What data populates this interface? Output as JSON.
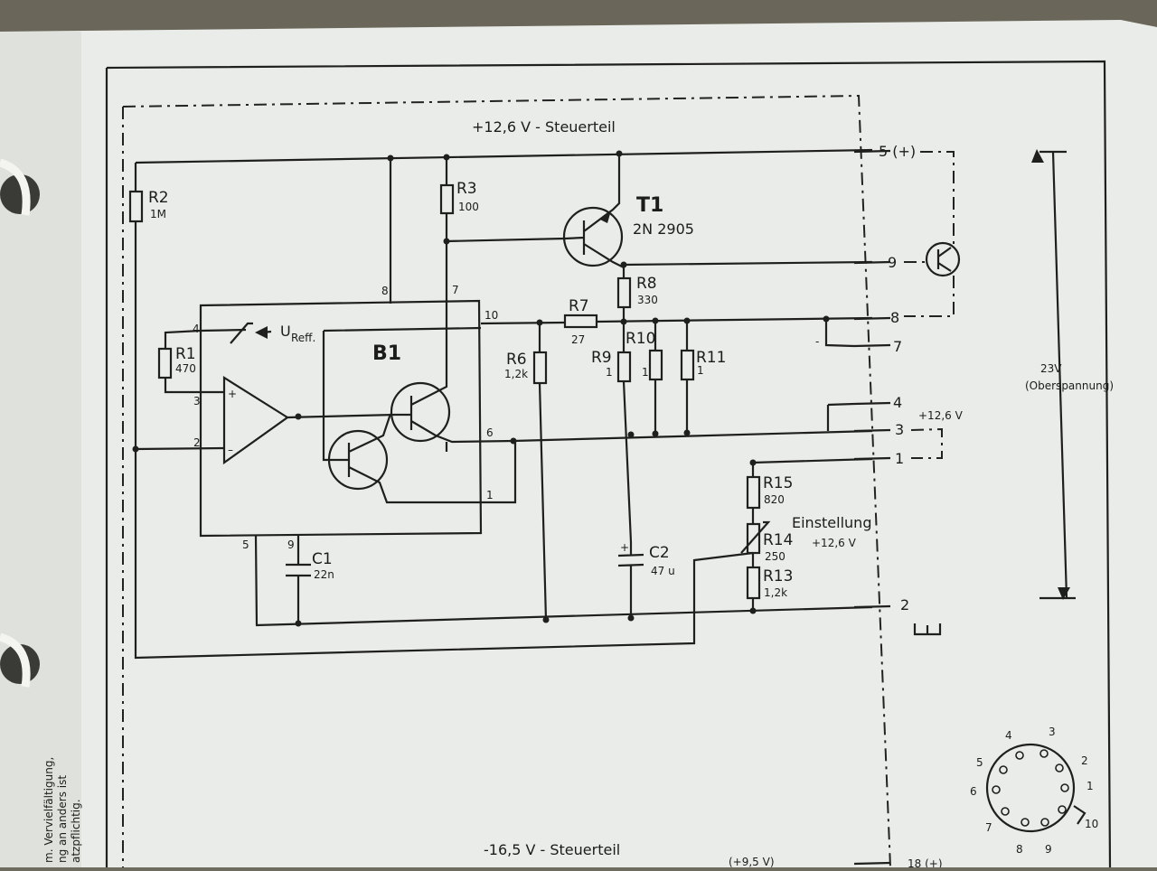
{
  "header": {
    "supply_top": "+12,6 V - Steuerteil",
    "supply_bottom": "-16,5 V - Steuerteil",
    "supply_bottom_right": "(+9,5 V)",
    "pin18": "18 (+)"
  },
  "components": {
    "R2": {
      "name": "R2",
      "value": "1M"
    },
    "R3": {
      "name": "R3",
      "value": "100"
    },
    "T1": {
      "name": "T1",
      "value": "2N 2905"
    },
    "R8": {
      "name": "R8",
      "value": "330"
    },
    "R7": {
      "name": "R7",
      "value": "27"
    },
    "R1": {
      "name": "R1",
      "value": "470"
    },
    "B1": {
      "name": "B1"
    },
    "uref": {
      "main": "U",
      "sub": "Reff."
    },
    "R6": {
      "name": "R6",
      "value": "1,2k"
    },
    "R9": {
      "name": "R9",
      "value": "1"
    },
    "R10": {
      "name": "R10",
      "value": "1"
    },
    "R11": {
      "name": "R11",
      "value": "1"
    },
    "R15": {
      "name": "R15",
      "value": "820"
    },
    "R14": {
      "name": "R14",
      "value": "250"
    },
    "R13": {
      "name": "R13",
      "value": "1,2k"
    },
    "C1": {
      "name": "C1",
      "value": "22n"
    },
    "C2": {
      "name": "C2",
      "value": "47 u"
    }
  },
  "ic_pins": [
    "8",
    "7",
    "10",
    "4",
    "3",
    "2",
    "6",
    "1",
    "5",
    "9"
  ],
  "connector_pins": {
    "p5": "5 (+)",
    "p9": "9",
    "p8": "8",
    "p7": "7",
    "p4": "4",
    "p3": "3",
    "p1": "1",
    "p2": "2"
  },
  "annotations": {
    "v126_right": "+12,6 V",
    "adj_title": "Einstellung",
    "adj_value": "+12,6 V",
    "span_value": "23V",
    "span_label": "(Oberspannung)"
  },
  "socket_pins": [
    "1",
    "2",
    "3",
    "4",
    "5",
    "6",
    "7",
    "8",
    "9",
    "10"
  ],
  "side_note": [
    "m. Vervielfältigung,",
    "ng an anders ist",
    "atzpflichtig."
  ]
}
